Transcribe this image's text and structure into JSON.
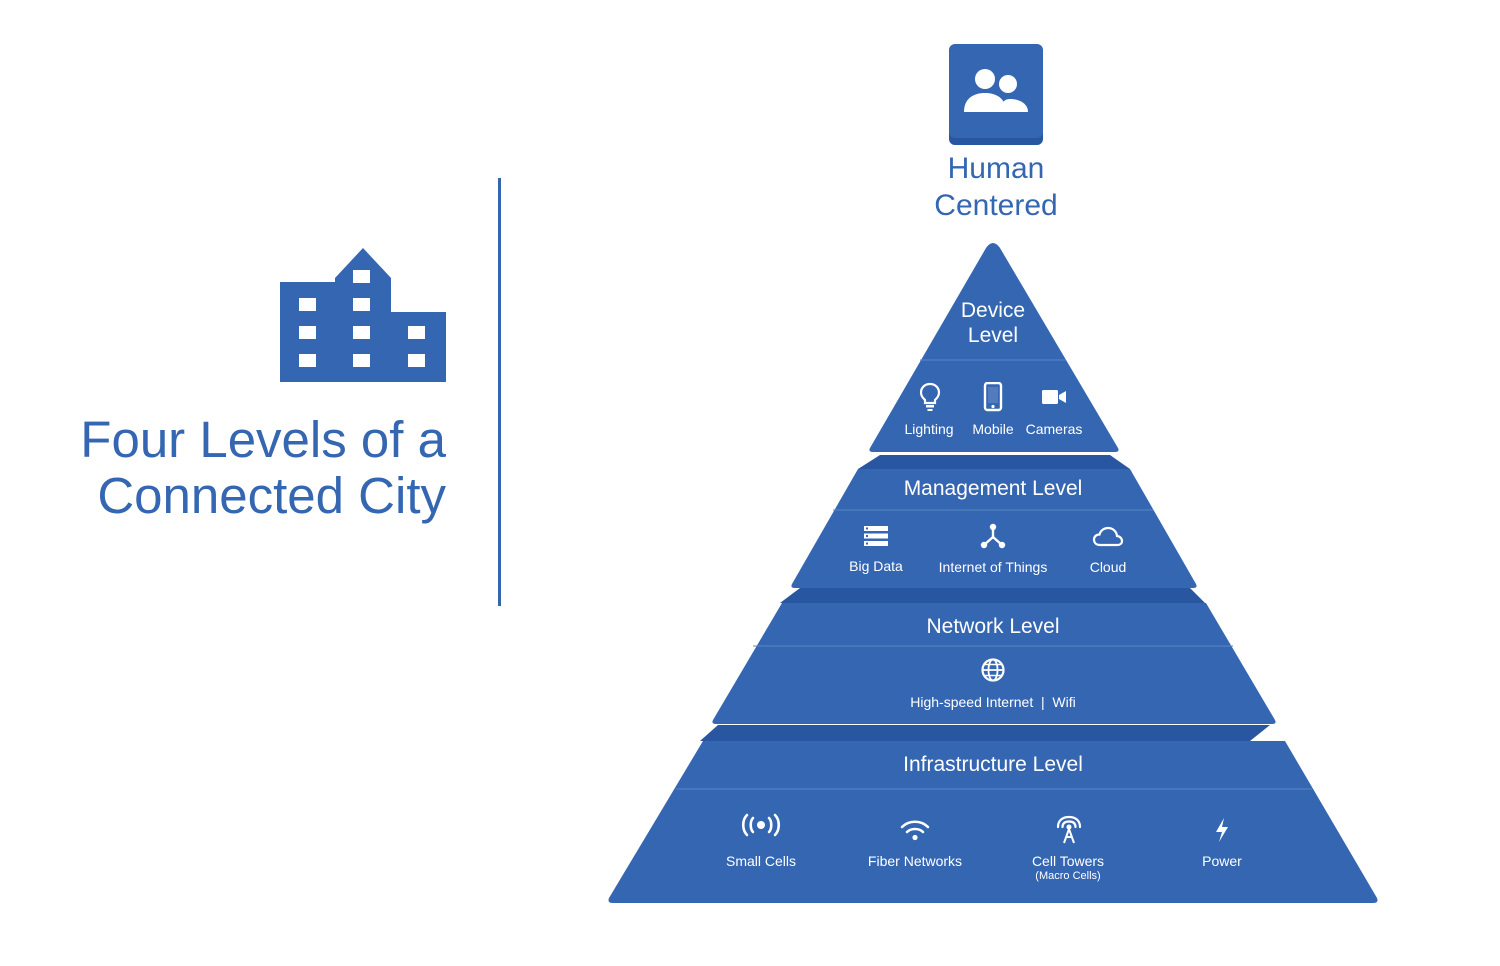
{
  "title": {
    "line1": "Four Levels of a",
    "line2": "Connected City"
  },
  "icons": {
    "building": "office-building-icon",
    "human": "people-group-icon"
  },
  "top": {
    "line1": "Human",
    "line2": "Centered"
  },
  "levels": {
    "device": {
      "title_line1": "Device",
      "title_line2": "Level",
      "items": [
        {
          "label": "Lighting",
          "icon": "lightbulb-icon"
        },
        {
          "label": "Mobile",
          "icon": "smartphone-icon"
        },
        {
          "label": "Cameras",
          "icon": "video-camera-icon"
        }
      ]
    },
    "management": {
      "title": "Management Level",
      "items": [
        {
          "label": "Big Data",
          "icon": "server-stack-icon"
        },
        {
          "label": "Internet of Things",
          "icon": "iot-hub-icon"
        },
        {
          "label": "Cloud",
          "icon": "cloud-icon"
        }
      ]
    },
    "network": {
      "title": "Network Level",
      "icon": "globe-icon",
      "items_text": "High-speed Internet  |  Wifi"
    },
    "infrastructure": {
      "title": "Infrastructure Level",
      "items": [
        {
          "label": "Small Cells",
          "icon": "broadcast-signal-icon"
        },
        {
          "label": "Fiber Networks",
          "icon": "wifi-icon"
        },
        {
          "label": "Cell Towers",
          "sublabel": "(Macro Cells)",
          "icon": "cell-tower-icon"
        },
        {
          "label": "Power",
          "icon": "lightning-bolt-icon"
        }
      ]
    }
  },
  "colors": {
    "primary": "#3466b2",
    "shadow": "#2856a0",
    "separator": "#5a86c6",
    "text_on_primary": "#ffffff"
  }
}
